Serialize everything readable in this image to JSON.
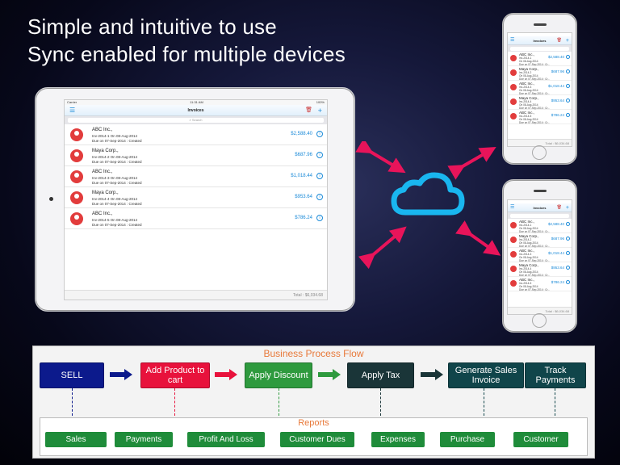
{
  "headline": {
    "line1": "Simple and intuitive to use",
    "line2": "Sync enabled for multiple devices"
  },
  "app": {
    "nav_title": "Invoices",
    "carrier": "Carrier",
    "time": "11:31 AM",
    "battery": "100%",
    "search_placeholder": "Search",
    "total": "Total : $6,034.68",
    "invoices": [
      {
        "customer": "ABC Inc.,",
        "line1": "Inv-2014-1 On 08-Aug-2014",
        "line2": "Due on 07-Sep-2014 : Created",
        "amount": "$2,588.40"
      },
      {
        "customer": "Maya Corp.,",
        "line1": "Inv-2014-2 On 08-Aug-2014",
        "line2": "Due on 07-Sep-2014 : Created",
        "amount": "$687.96"
      },
      {
        "customer": "ABC Inc.,",
        "line1": "Inv-2014-3 On 08-Aug-2014",
        "line2": "Due on 07-Sep-2014 : Created",
        "amount": "$1,018.44"
      },
      {
        "customer": "Maya Corp.,",
        "line1": "Inv-2014-4 On 08-Aug-2014",
        "line2": "Due on 07-Sep-2014 : Created",
        "amount": "$953.64"
      },
      {
        "customer": "ABC Inc.,",
        "line1": "Inv-2014-5 On 08-Aug-2014",
        "line2": "Due on 07-Sep-2014 : Created",
        "amount": "$786.24"
      }
    ],
    "phone_invoices": [
      {
        "customer": "ABC Inc.,",
        "line1": "Inv-2014-1",
        "line2": "On 08-Aug-2014",
        "line3": "Due on 07-Sep-2014 : Cr...",
        "amount": "$2,588.40"
      },
      {
        "customer": "Maya Corp.,",
        "line1": "Inv-2014-2",
        "line2": "On 08-Aug-2014",
        "line3": "Due on 07-Sep-2014 : Cr...",
        "amount": "$687.96"
      },
      {
        "customer": "ABC Inc.,",
        "line1": "Inv-2014-3",
        "line2": "On 08-Aug-2014",
        "line3": "Due on 07-Sep-2014 : Cr...",
        "amount": "$1,018.44"
      },
      {
        "customer": "Maya Corp.,",
        "line1": "Inv-2014-4",
        "line2": "On 08-Aug-2014",
        "line3": "Due on 07-Sep-2014 : Cr...",
        "amount": "$953.64"
      },
      {
        "customer": "ABC Inc.,",
        "line1": "Inv-2014-5",
        "line2": "On 08-Aug-2014",
        "line3": "Due on 07-Sep-2014 : Cr...",
        "amount": "$786.24"
      }
    ]
  },
  "flow": {
    "title": "Business Process Flow",
    "steps": [
      "SELL",
      "Add Product to cart",
      "Apply Discount",
      "Apply Tax",
      "Generate Sales Invoice",
      "Track Payments"
    ],
    "reports_title": "Reports",
    "reports": [
      "Sales",
      "Payments",
      "Profit And Loss",
      "Customer Dues",
      "Expenses",
      "Purchase",
      "Customer"
    ]
  },
  "colors": {
    "accent_blue": "#1a8ad8",
    "cloud": "#19b6ef",
    "arrow_pink": "#e8145a",
    "avatar_red": "#e23c3c",
    "orange_title": "#e8793a",
    "report_green": "#1f8c3a"
  },
  "icons": [
    "menu-icon",
    "trash-icon",
    "add-icon",
    "search-icon",
    "info-icon",
    "avatar-icon",
    "cloud-icon",
    "sync-arrow-icon"
  ]
}
